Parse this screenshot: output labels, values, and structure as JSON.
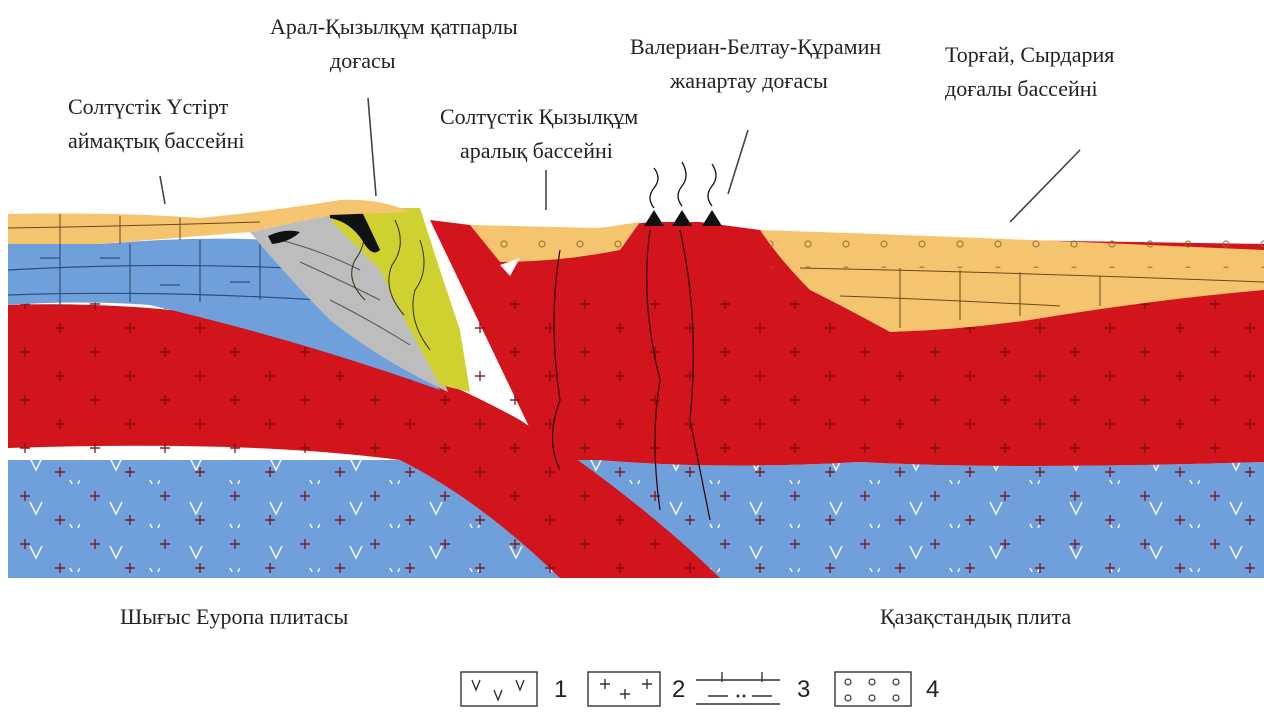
{
  "labels": {
    "north_ustyurt": [
      "Солтүстік Үстірт",
      "аймақтық бассейні"
    ],
    "aral_kyzylkum": [
      "Арал-Қызылқұм қатпарлы",
      "доғасы"
    ],
    "north_kyzylkum": [
      "Солтүстік Қызылқұм",
      "аралық бассейні"
    ],
    "valerian": [
      "Валериан-Белтау-Құрамин",
      "жанартау доғасы"
    ],
    "turgai": [
      "Торғай, Сырдария",
      "доғалы бассейні"
    ],
    "east_europe": "Шығыс Еуропа плитасы",
    "kazakh": "Қазақстандық плита"
  },
  "legend": [
    {
      "num": "1",
      "pattern": "v-marks"
    },
    {
      "num": "2",
      "pattern": "plus-marks"
    },
    {
      "num": "3",
      "pattern": "layered-lines"
    },
    {
      "num": "4",
      "pattern": "circles"
    }
  ],
  "colors": {
    "mantle_blue": "#6fa0db",
    "crust_red": "#d2141c",
    "sediment_yellow": "#f5c46e",
    "gray_wedge": "#bdbdbd",
    "fold_yellow": "#cfd131",
    "coal_black": "#111111"
  }
}
